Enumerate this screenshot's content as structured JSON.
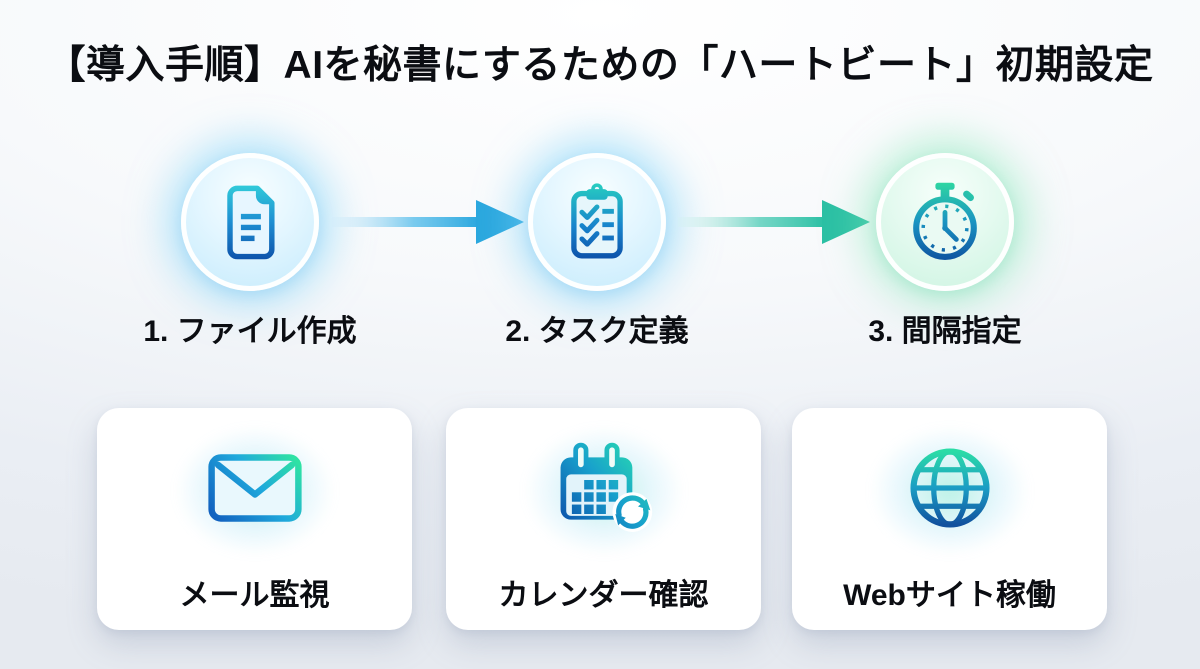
{
  "title": "【導入手順】AIを秘書にするための「ハートビート」初期設定",
  "steps": [
    {
      "label": "1. ファイル作成",
      "icon": "document-icon",
      "glow": "blue"
    },
    {
      "label": "2. タスク定義",
      "icon": "clipboard-icon",
      "glow": "blue"
    },
    {
      "label": "3. 間隔指定",
      "icon": "stopwatch-icon",
      "glow": "green"
    }
  ],
  "arrows": [
    {
      "icon": "arrow-right-icon",
      "color": "#2aa7de"
    },
    {
      "icon": "arrow-right-icon",
      "color": "#2bc0a4"
    }
  ],
  "cards": [
    {
      "label": "メール監視",
      "icon": "envelope-icon"
    },
    {
      "label": "カレンダー確認",
      "icon": "calendar-sync-icon"
    },
    {
      "label": "Webサイト稼働",
      "icon": "globe-icon"
    }
  ],
  "colors": {
    "background_edge": "#e6eaf0",
    "background_center": "#ffffff",
    "card_background": "#ffffff",
    "text": "#0b0d12",
    "glow_blue": "#84d6fa",
    "glow_green": "#8aeabc",
    "icon_gradient_teal": "#2dd6b0",
    "icon_gradient_cyan": "#1e9cd7",
    "icon_gradient_blue": "#0d4fa0",
    "arrow_blue": "#2aa7de",
    "arrow_teal": "#2bc0a4"
  }
}
